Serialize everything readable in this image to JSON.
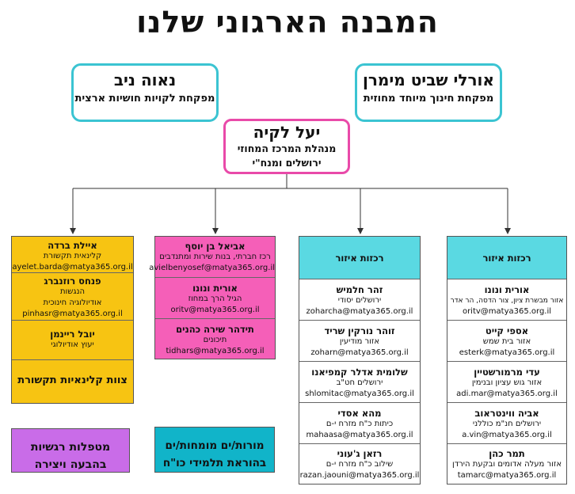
{
  "title": "המבנה הארגוני שלנו",
  "top_left": {
    "name": "נאוה ניב",
    "role": "מפקחת לקויות חושיות ארצית"
  },
  "top_right": {
    "name": "אורלי שביט מימרן",
    "role": "מפקחת חינוך מיוחד מחוזית"
  },
  "head": {
    "name": "יעל לקיה",
    "role1": "מנהלת המרכז המחוזי",
    "role2": "ירושלים ומנח\"י"
  },
  "col_yellow": {
    "people": [
      {
        "name": "איילת ברדה",
        "desc": "קלינאית תקשורת",
        "email": "ayelet.barda@matya365.org.il"
      },
      {
        "name": "פנחס רוזנברג",
        "desc": "הנגשות",
        "desc2": "אודיולוגיה חינוכית",
        "email": "pinhasr@matya365.org.il"
      },
      {
        "name": "יובל ריינמן",
        "desc": "יעוץ אודיולוגי"
      }
    ],
    "footer": "צוות קלינאיות תקשורת"
  },
  "col_pink": {
    "people": [
      {
        "name": "אביאל בן יוסף",
        "desc": "רכז חברתי, בנות שירות ומתנדבים",
        "email": "avielbenyosef@matya365.org.il"
      },
      {
        "name": "אורית ונונו",
        "desc": "הגיל הרך במחוז",
        "email": "oritv@matya365.org.il"
      },
      {
        "name": "תידהר שירה כהנים",
        "desc": "תיכונים",
        "email": "tidhars@matya365.org.il"
      }
    ]
  },
  "col_cyan1": {
    "header": "רכזות איזור",
    "people": [
      {
        "name": "זהר חלמיש",
        "desc": "ירושלים יסודי",
        "email": "zoharcha@matya365.org.il"
      },
      {
        "name": "זוהר נורקין שריד",
        "desc": "אזור מודיעין",
        "email": "zoharn@matya365.org.il"
      },
      {
        "name": "שלומית אדלר קמפיאנו",
        "desc": "ירושלים חט\"ב",
        "email": "shlomitac@matya365.org.il"
      },
      {
        "name": "מהא אסדי",
        "desc": "כיתות כ\"ח מזרח י-ם",
        "email": "mahaasa@matya365.org.il"
      },
      {
        "name": "רזאן ג'עוני",
        "desc": "שילוב כ\"ח מזרח י-ם",
        "email": "razan.jaouni@matya365.org.il"
      }
    ]
  },
  "col_cyan2": {
    "header": "רכזות איזור",
    "people": [
      {
        "name": "אורית ונונו",
        "desc": "אזור מבשרת ציון, צור הדסה, הר אדר",
        "email": "oritv@matya365.org.il"
      },
      {
        "name": "אספי קייט",
        "desc": "אזור בית שמש",
        "email": "esterk@matya365.org.il"
      },
      {
        "name": "עדי מרמורשטיין",
        "desc": "אזור גוש עציון ובנימין",
        "email": "adi.mar@matya365.org.il"
      },
      {
        "name": "אביה ווינטראוב",
        "desc": "ירושלים חנ\"מ כוללני",
        "email": "a.vin@matya365.org.il"
      },
      {
        "name": "תמר כהן",
        "desc": "אזור מעלה אדומים ובקעת הירדן",
        "email": "tamarc@matya365.org.il"
      }
    ]
  },
  "bottom_purple": {
    "line1": "מטפלות רגשיות",
    "line2": "בהבעה ויצירה"
  },
  "bottom_teal": {
    "line1": "מורות/ים מומחות/ים",
    "line2": "בהוראת תלמידי כו\"ח"
  }
}
